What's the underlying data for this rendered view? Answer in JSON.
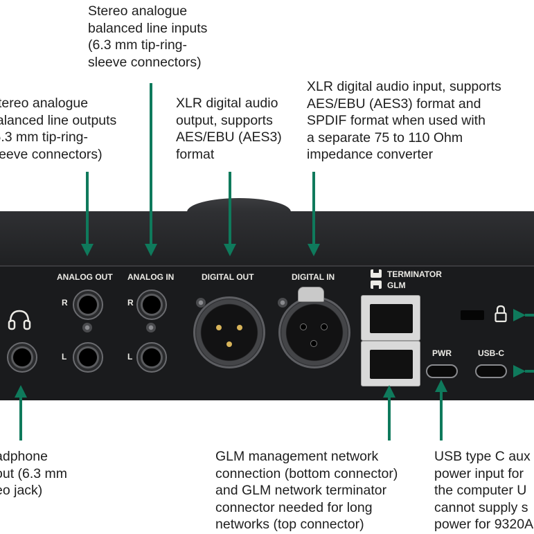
{
  "callouts": {
    "analog_in": "Stereo analogue\nbalanced line inputs\n(6.3 mm tip-ring-\nsleeve connectors)",
    "analog_out": "Stereo analogue\nbalanced line outputs\n(6.3 mm tip-ring-\nsleeve connectors)",
    "digital_out": "XLR digital audio\noutput, supports\nAES/EBU (AES3)\nformat",
    "digital_in": "XLR digital audio input, supports\nAES/EBU (AES3) format and\nSPDIF format when used with\na separate 75 to 110 Ohm\nimpedance converter",
    "headphone": "adphone\nout (6.3 mm\neo jack)",
    "glm": "GLM management network\nconnection (bottom connector)\nand GLM network terminator\nconnector needed for long\nnetworks (top connector)",
    "usb_c": "USB type C aux\npower input for\nthe computer U\ncannot supply s\npower for 9320A"
  },
  "panel_labels": {
    "analog_out": "ANALOG OUT",
    "analog_in": "ANALOG IN",
    "digital_out": "DIGITAL OUT",
    "digital_in": "DIGITAL IN",
    "terminator": "TERMINATOR",
    "glm": "GLM",
    "pwr": "PWR",
    "usb_c": "USB-C",
    "out_r": "R",
    "out_l": "L",
    "in_r": "R",
    "in_l": "L"
  },
  "icons": {
    "headphone": "headphone-icon",
    "lock": "lock-icon",
    "terminator": "terminator-icon",
    "glm": "glm-icon"
  },
  "colors": {
    "arrow": "#0f7a5c",
    "device": "#1a1b1d",
    "text": "#1e1e1e"
  }
}
